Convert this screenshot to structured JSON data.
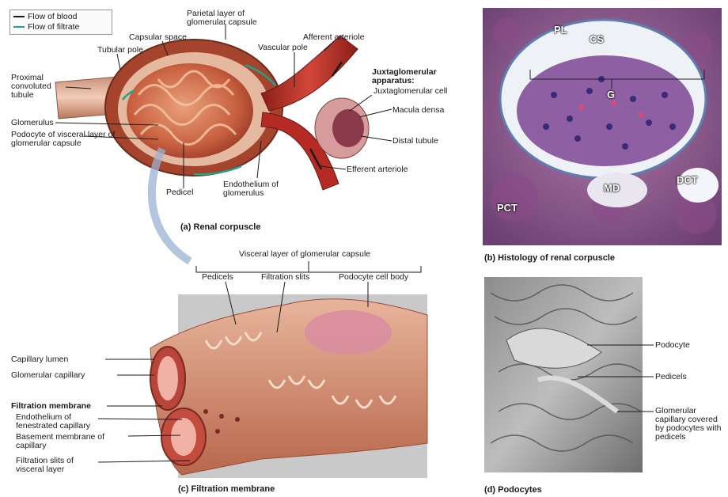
{
  "legend": {
    "blood": "Flow of blood",
    "filtrate": "Flow of filtrate",
    "blood_color": "#1a1a1a",
    "filtrate_color": "#1aa58c"
  },
  "panel_a": {
    "caption": "(a) Renal corpuscle",
    "labels": {
      "parietal": "Parietal layer of glomerular capsule",
      "capsular_space": "Capsular space",
      "tubular_pole": "Tubular pole",
      "vascular_pole": "Vascular pole",
      "afferent": "Afferent arteriole",
      "jga_title": "Juxtaglomerular apparatus:",
      "jg_cell": "Juxtaglomerular cell",
      "macula": "Macula densa",
      "distal": "Distal tubule",
      "efferent": "Efferent arteriole",
      "pct": "Proximal convoluted tubule",
      "glomerulus": "Glomerulus",
      "podocyte_visceral": "Podocyte of visceral layer of glomerular capsule",
      "pedicel": "Pedicel",
      "endothelium": "Endothelium of glomerulus"
    }
  },
  "panel_b": {
    "caption": "(b) Histology of renal corpuscle",
    "labels": {
      "pl": "PL",
      "cs": "CS",
      "g": "G",
      "md": "MD",
      "dct": "DCT",
      "pct": "PCT"
    }
  },
  "panel_c": {
    "caption": "(c) Filtration membrane",
    "labels": {
      "visceral": "Visceral layer of glomerular capsule",
      "pedicels": "Pedicels",
      "slits": "Filtration slits",
      "podocyte_body": "Podocyte cell body",
      "lumen": "Capillary lumen",
      "capillary": "Glomerular capillary",
      "membrane": "Filtration membrane",
      "fenestrated": "Endothelium of fenestrated capillary",
      "basement": "Basement membrane of capillary",
      "slits_visceral": "Filtration slits of visceral layer"
    }
  },
  "panel_d": {
    "caption": "(d) Podocytes",
    "labels": {
      "podocyte": "Podocyte",
      "pedicels": "Pedicels",
      "covered": "Glomerular capillary covered by podocytes with pedicels"
    }
  }
}
